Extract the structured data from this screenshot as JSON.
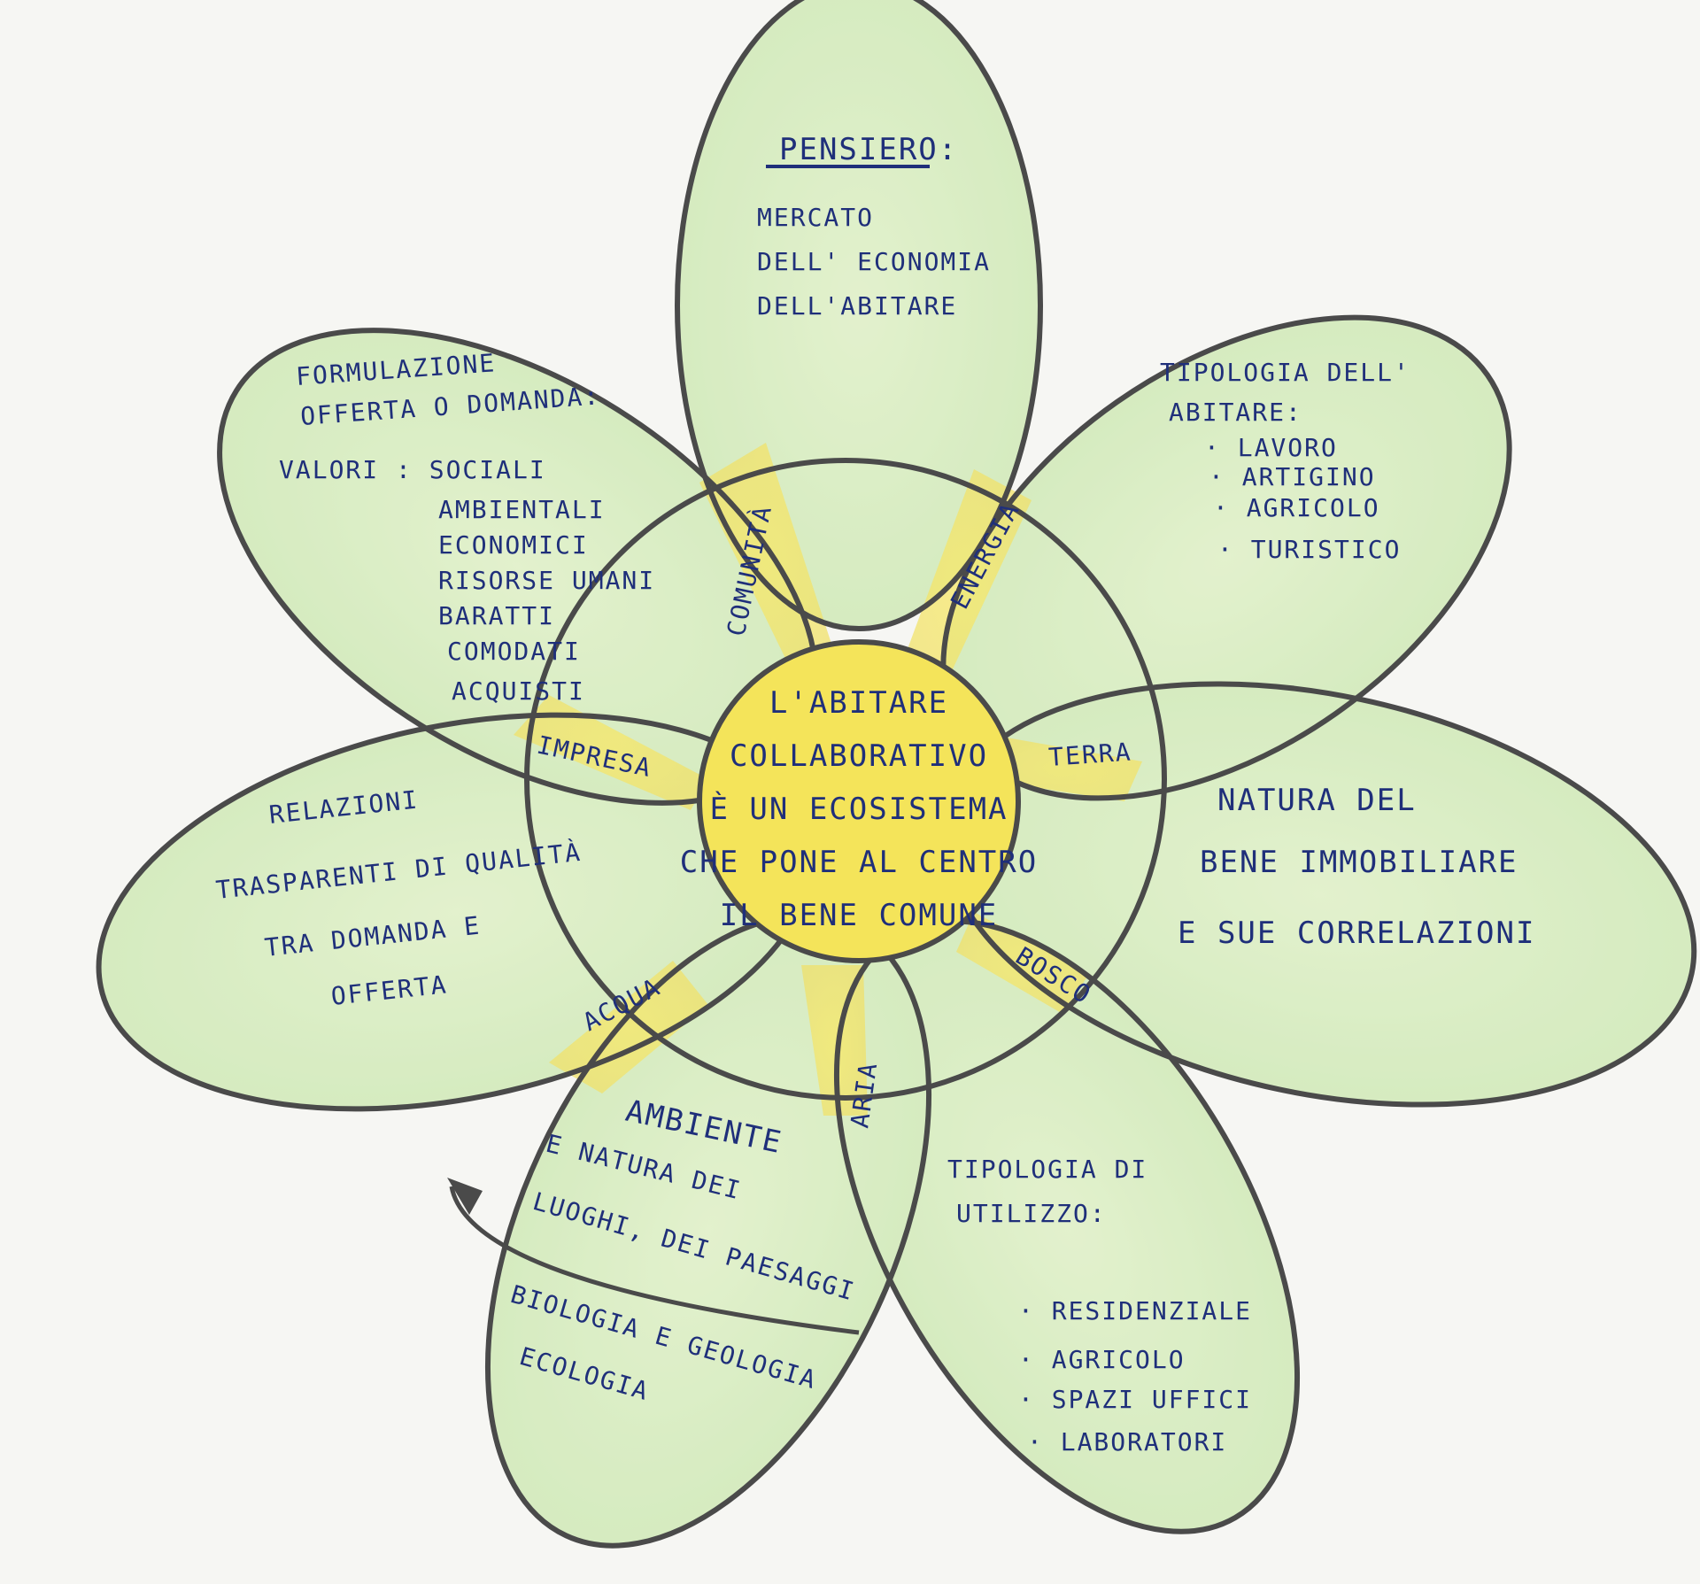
{
  "diagram": {
    "center": {
      "lines": [
        "L'ABITARE",
        "COLLABORATIVO",
        "È UN ECOSISTEMA",
        "CHE PONE AL CENTRO",
        "IL BENE COMUNE"
      ]
    },
    "petals": {
      "top": {
        "title": "PENSIERO:",
        "lines": [
          "MERCATO",
          "DELL' ECONOMIA",
          "DELL'ABITARE"
        ]
      },
      "top_right": {
        "lines": [
          "TIPOLOGIA DELL'",
          "ABITARE:",
          "· LAVORO",
          "· ARTIGINO",
          "· AGRICOLO",
          "· TURISTICO"
        ]
      },
      "right": {
        "lines": [
          "NATURA DEL",
          "BENE IMMOBILIARE",
          "E SUE CORRELAZIONI"
        ]
      },
      "bottom_right": {
        "lines": [
          "TIPOLOGIA DI",
          "UTILIZZO:",
          "· RESIDENZIALE",
          "· AGRICOLO",
          "· SPAZI UFFICI",
          "· LABORATORI"
        ]
      },
      "bottom_left": {
        "lines": [
          "AMBIENTE",
          "E NATURA DEI",
          "LUOGHI, DEI PAESAGGI",
          "BIOLOGIA E GEOLOGIA",
          "ECOLOGIA"
        ]
      },
      "left": {
        "lines": [
          "RELAZIONI",
          "TRASPARENTI DI QUALITÀ",
          "TRA DOMANDA E",
          "OFFERTA"
        ]
      },
      "top_left": {
        "lines": [
          "FORMULAZIONE",
          "OFFERTA O DOMANDA:",
          "VALORI : SOCIALI",
          "AMBIENTALI",
          "ECONOMICI",
          "RISORSE UMANI",
          "BARATTI",
          "COMODATI",
          "ACQUISTI"
        ]
      }
    },
    "elements": {
      "comunita": "COMUNITÀ",
      "energia": "ENERGIA",
      "impresa": "IMPRESA",
      "terra": "TERRA",
      "acqua": "ACQUA",
      "bosco": "BOSCO",
      "aria": "ARIA"
    },
    "colors": {
      "outline": "#4a4a4a",
      "ink": "#1f2f7a",
      "green": "#9fd28a",
      "yellow": "#f3e35a",
      "light_green": "#e4f1c8"
    }
  }
}
